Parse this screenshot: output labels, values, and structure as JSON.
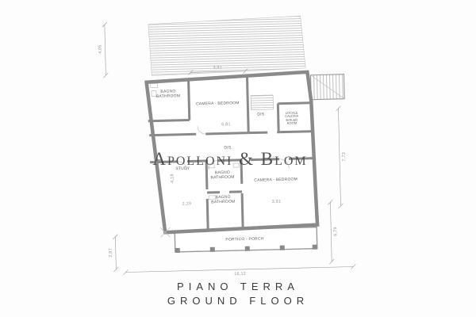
{
  "watermark": "Apolloni & Blom",
  "title": {
    "line1": "PIANO TERRA",
    "line2": "GROUND FLOOR"
  },
  "rooms": {
    "bathroom_top": {
      "l1": "BAGNO",
      "l2": "BATHROOM"
    },
    "bedroom_top": {
      "l1": "CAMERA - BEDROOM"
    },
    "dis_top": {
      "l1": "DIS."
    },
    "boiler": {
      "l1": "LOCALE",
      "l2": "CALDAIA",
      "l3": "BOILER",
      "l4": "ROOM"
    },
    "dis_mid": {
      "l1": "DIS."
    },
    "study": {
      "l1": "STUDY"
    },
    "bathroom_mid": {
      "l1": "BAGNO",
      "l2": "BATHROOM"
    },
    "bedroom_right": {
      "l1": "CAMERA - BEDROOM"
    },
    "bathroom_low": {
      "l1": "BAGNO",
      "l2": "BATHROOM"
    },
    "portico": {
      "l1": "PORTICO - PORCH"
    }
  },
  "dimensions": {
    "left_top": "4,05",
    "left_bottom": "2,87",
    "bottom_total": "16,12",
    "right_upper": "7,73",
    "right_lower": "6,79",
    "bedroom_top_width": "3,91",
    "bedroom_top_inner": "6,81",
    "study_depth": "4,18",
    "study_width": "2,29",
    "bedroom_right_width": "3,91"
  },
  "colors": {
    "wall": "#8a8a8a",
    "dim": "#9a9a9a",
    "ink": "#454545",
    "label": "#5f5f5f"
  }
}
